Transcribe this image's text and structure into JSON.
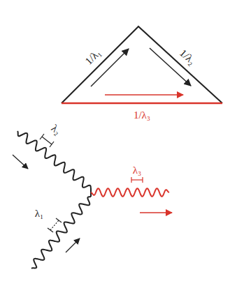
{
  "diagram": {
    "labels": [
      "1/λ₁",
      "1/λ₂",
      "1/λ₃",
      "λ₂",
      "λ₁",
      "λ₃"
    ]
  }
}
